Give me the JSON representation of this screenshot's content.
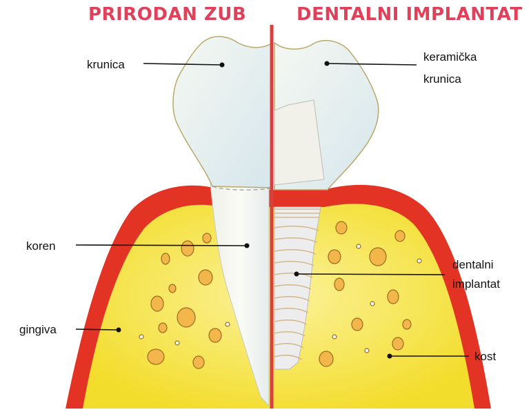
{
  "titles": {
    "natural_tooth": "PRIRODAN ZUB",
    "dental_implant": "DENTALNI IMPLANTAT"
  },
  "labels": {
    "crown": "krunica",
    "ceramic_crown_line1": "keramička",
    "ceramic_crown_line2": "krunica",
    "root": "koren",
    "gum": "gingiva",
    "implant_line1": "dentalni",
    "implant_line2": "implantat",
    "bone": "kost"
  },
  "colors": {
    "title": "#e0405a",
    "divider": "#d9403c",
    "gum": "#e23325",
    "bone": "#f5e43c",
    "bone_light": "#fbf4a0",
    "tooth": "#f4f6ef",
    "crown_shade": "#dce9ef",
    "implant_screw": "#ececec",
    "bone_spot": "#e8a640"
  }
}
